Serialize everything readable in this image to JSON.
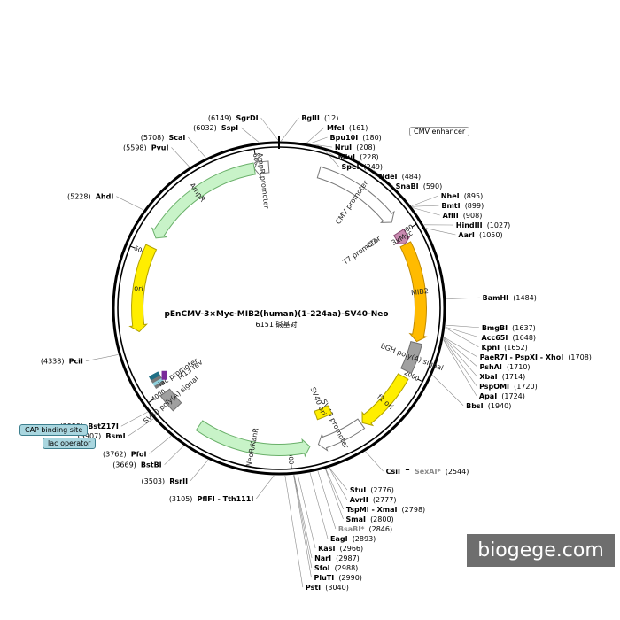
{
  "plasmid": {
    "name": "pEnCMV-3×Myc-MIB2(human)(1-224aa)-SV40-Neo",
    "size_text": "6151 碱基对",
    "length_bp": 6151
  },
  "ticks": [
    {
      "bp": 1000,
      "label": "1000"
    },
    {
      "bp": 2000,
      "label": "2000"
    },
    {
      "bp": 3000,
      "label": "3000"
    },
    {
      "bp": 4000,
      "label": "4000"
    },
    {
      "bp": 5000,
      "label": "5000"
    },
    {
      "bp": 6000,
      "label": "6000"
    }
  ],
  "features": [
    {
      "name": "AmpR promoter",
      "start": 5980,
      "end": 6080,
      "dir": -1,
      "color": "#ffffff",
      "stroke": "#777777",
      "ring": "outer"
    },
    {
      "name": "AmpR",
      "start": 5120,
      "end": 5980,
      "dir": -1,
      "color": "#c8f3c8",
      "stroke": "#6ab06a",
      "ring": "outer"
    },
    {
      "name": "CMV promoter",
      "start": 280,
      "end": 900,
      "dir": 1,
      "color": "#ffffff",
      "stroke": "#777777",
      "ring": "outer"
    },
    {
      "name": "T7 promoter",
      "start": 920,
      "end": 960,
      "dir": 1,
      "color": "#ffffff",
      "stroke": "#777777",
      "ring": "inner"
    },
    {
      "name": "3xMyc",
      "start": 985,
      "end": 1075,
      "dir": 1,
      "color": "#c88ab0",
      "stroke": "#8a4a72",
      "ring": "outer"
    },
    {
      "name": "MIB2",
      "start": 1080,
      "end": 1770,
      "dir": 1,
      "color": "#ffbb00",
      "stroke": "#c08a00",
      "ring": "outer"
    },
    {
      "name": "bGH poly(A) signal",
      "start": 1780,
      "end": 1985,
      "dir": 0,
      "color": "#a0a0a0",
      "stroke": "#707070",
      "ring": "outer"
    },
    {
      "name": "f1 ori",
      "start": 2030,
      "end": 2460,
      "dir": 1,
      "color": "#ffee00",
      "stroke": "#b0a000",
      "ring": "outer"
    },
    {
      "name": "SV40 promoter",
      "start": 2470,
      "end": 2800,
      "dir": 1,
      "color": "#ffffff",
      "stroke": "#777777",
      "ring": "outer"
    },
    {
      "name": "SV40 ori",
      "start": 2620,
      "end": 2750,
      "dir": 0,
      "color": "#ffee00",
      "stroke": "#b0a000",
      "ring": "inner"
    },
    {
      "name": "NeoR/KanR",
      "start": 2860,
      "end": 3660,
      "dir": -1,
      "color": "#c8f3c8",
      "stroke": "#6ab06a",
      "ring": "outer"
    },
    {
      "name": "SV40 poly(A) signal",
      "start": 3860,
      "end": 3990,
      "dir": 0,
      "color": "#a0a0a0",
      "stroke": "#707070",
      "ring": "outer"
    },
    {
      "name": "ori",
      "start": 4450,
      "end": 5050,
      "dir": -1,
      "color": "#ffee00",
      "stroke": "#b0a000",
      "ring": "outer"
    }
  ],
  "small_features": [
    {
      "name": "M13 rev",
      "color": "#ffffff"
    },
    {
      "name": "lac operator",
      "color": "#8fd0dc"
    },
    {
      "name": "lac promoter",
      "color": "#ffffff"
    },
    {
      "name": "CAP binding site",
      "color": "#1f6f85"
    }
  ],
  "sites": [
    {
      "name": "BglII",
      "pos": "(12)",
      "bp": 12,
      "side": "right",
      "name_first": true
    },
    {
      "name": "SgrDI",
      "pos": "(6149)",
      "bp": 6149,
      "side": "left"
    },
    {
      "name": "SspI",
      "pos": "(6032)",
      "bp": 6032,
      "side": "left"
    },
    {
      "name": "ScaI",
      "pos": "(5708)",
      "bp": 5708,
      "side": "left"
    },
    {
      "name": "PvuI",
      "pos": "(5598)",
      "bp": 5598,
      "side": "left"
    },
    {
      "name": "AhdI",
      "pos": "(5228)",
      "bp": 5228,
      "side": "left"
    },
    {
      "name": "MfeI",
      "pos": "(161)",
      "bp": 161,
      "side": "right"
    },
    {
      "name": "Bpu10I",
      "pos": "(180)",
      "bp": 180,
      "side": "right"
    },
    {
      "name": "NruI",
      "pos": "(208)",
      "bp": 208,
      "side": "right"
    },
    {
      "name": "MluI",
      "pos": "(228)",
      "bp": 228,
      "side": "right"
    },
    {
      "name": "SpeI",
      "pos": "(249)",
      "bp": 249,
      "side": "right"
    },
    {
      "name": "NdeI",
      "pos": "(484)",
      "bp": 484,
      "side": "right"
    },
    {
      "name": "SnaBI",
      "pos": "(590)",
      "bp": 590,
      "side": "right"
    },
    {
      "name": "NheI",
      "pos": "(895)",
      "bp": 895,
      "side": "right"
    },
    {
      "name": "BmtI",
      "pos": "(899)",
      "bp": 899,
      "side": "right"
    },
    {
      "name": "AflII",
      "pos": "(908)",
      "bp": 908,
      "side": "right"
    },
    {
      "name": "HindIII",
      "pos": "(1027)",
      "bp": 1027,
      "side": "right"
    },
    {
      "name": "AarI",
      "pos": "(1050)",
      "bp": 1050,
      "side": "right"
    },
    {
      "name": "BamHI",
      "pos": "(1484)",
      "bp": 1484,
      "side": "right"
    },
    {
      "name": "BmgBI",
      "pos": "(1637)",
      "bp": 1637,
      "side": "right"
    },
    {
      "name": "Acc65I",
      "pos": "(1648)",
      "bp": 1648,
      "side": "right"
    },
    {
      "name": "KpnI",
      "pos": "(1652)",
      "bp": 1652,
      "side": "right"
    },
    {
      "name": "PaeR7I - PspXI - XhoI",
      "pos": "(1708)",
      "bp": 1708,
      "side": "right"
    },
    {
      "name": "PshAI",
      "pos": "(1710)",
      "bp": 1710,
      "side": "right"
    },
    {
      "name": "XbaI",
      "pos": "(1714)",
      "bp": 1714,
      "side": "right"
    },
    {
      "name": "PspOMI",
      "pos": "(1720)",
      "bp": 1720,
      "side": "right"
    },
    {
      "name": "ApaI",
      "pos": "(1724)",
      "bp": 1724,
      "side": "right"
    },
    {
      "name": "BbsI",
      "pos": "(1940)",
      "bp": 1940,
      "side": "right"
    },
    {
      "name": "CsiI",
      "pos": "(2544)",
      "bp": 2544,
      "side": "right",
      "extra": "SexAI*"
    },
    {
      "name": "StuI",
      "pos": "(2776)",
      "bp": 2776,
      "side": "right"
    },
    {
      "name": "AvrII",
      "pos": "(2777)",
      "bp": 2777,
      "side": "right"
    },
    {
      "name": "TspMI - XmaI",
      "pos": "(2798)",
      "bp": 2798,
      "side": "right"
    },
    {
      "name": "SmaI",
      "pos": "(2800)",
      "bp": 2800,
      "side": "right"
    },
    {
      "name": "BsaBI*",
      "pos": "(2846)",
      "bp": 2846,
      "side": "right",
      "grey": true
    },
    {
      "name": "EagI",
      "pos": "(2893)",
      "bp": 2893,
      "side": "right"
    },
    {
      "name": "KasI",
      "pos": "(2966)",
      "bp": 2966,
      "side": "right"
    },
    {
      "name": "NarI",
      "pos": "(2987)",
      "bp": 2987,
      "side": "right"
    },
    {
      "name": "SfoI",
      "pos": "(2988)",
      "bp": 2988,
      "side": "right"
    },
    {
      "name": "PluTI",
      "pos": "(2990)",
      "bp": 2990,
      "side": "right"
    },
    {
      "name": "PstI",
      "pos": "(3040)",
      "bp": 3040,
      "side": "right"
    },
    {
      "name": "PflFI - Tth111I",
      "pos": "(3105)",
      "bp": 3105,
      "side": "left"
    },
    {
      "name": "RsrII",
      "pos": "(3503)",
      "bp": 3503,
      "side": "left"
    },
    {
      "name": "BstBI",
      "pos": "(3669)",
      "bp": 3669,
      "side": "left"
    },
    {
      "name": "PfoI",
      "pos": "(3762)",
      "bp": 3762,
      "side": "left"
    },
    {
      "name": "BsmI",
      "pos": "(3907)",
      "bp": 3907,
      "side": "left"
    },
    {
      "name": "BstZ17I",
      "pos": "(3959)",
      "bp": 3959,
      "side": "left"
    },
    {
      "name": "PciI",
      "pos": "(4338)",
      "bp": 4338,
      "side": "left"
    }
  ],
  "boxed_labels": {
    "cmv_enhancer": "CMV enhancer",
    "cap_binding_site": "CAP binding site",
    "lac_operator": "lac operator"
  },
  "watermark": "biogege.com"
}
